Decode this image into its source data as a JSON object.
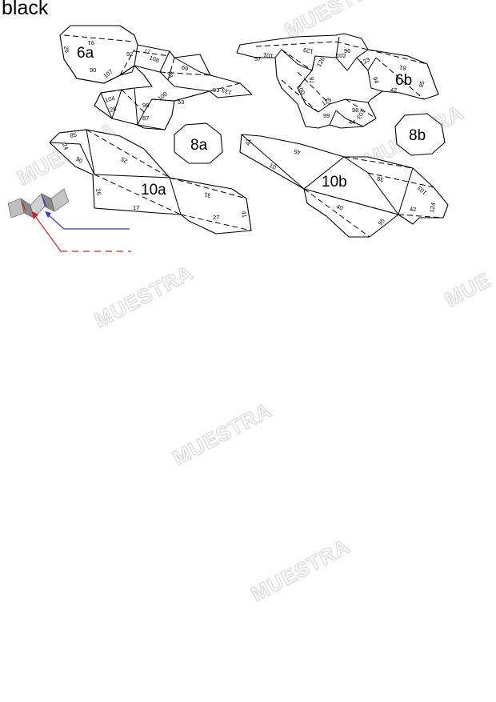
{
  "page": {
    "title": "black"
  },
  "watermark": {
    "text": "MUESTRA",
    "partial": "MUE"
  },
  "pieces": {
    "p6a": "6a",
    "p6b": "6b",
    "p8a": "8a",
    "p8b": "8b",
    "p10a": "10a",
    "p10b": "10b"
  },
  "edge_numbers": {
    "a": [
      "91",
      "26",
      "90",
      "107",
      "92",
      "77",
      "108",
      "69",
      "88",
      "93",
      "133",
      "104",
      "28",
      "98",
      "100",
      "53",
      "87"
    ],
    "b": [
      "101",
      "57",
      "129",
      "96",
      "102",
      "123",
      "126",
      "81",
      "78",
      "100",
      "94",
      "42",
      "95",
      "125",
      "103",
      "98",
      "99",
      "44"
    ],
    "c": [
      "85",
      "24",
      "90",
      "25",
      "26",
      "17",
      "31",
      "27",
      "41"
    ],
    "d": [
      "41",
      "45",
      "10",
      "39",
      "103",
      "40",
      "42",
      "124",
      "95"
    ]
  },
  "legend": {
    "cut_color": "#2f3fb8",
    "fold_color": "#d42020"
  }
}
